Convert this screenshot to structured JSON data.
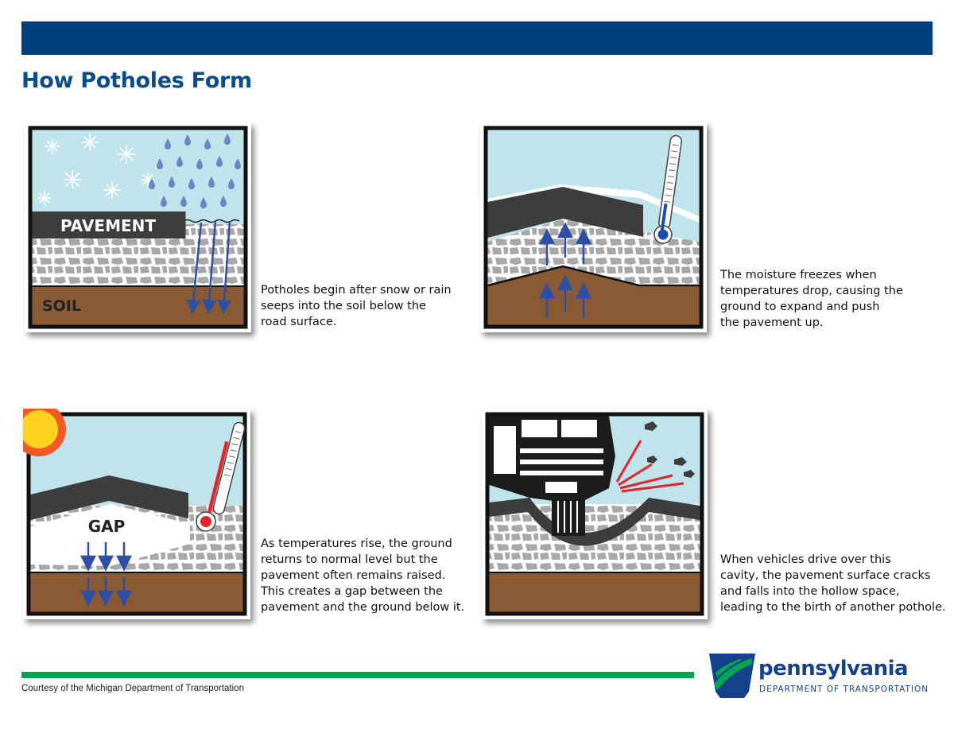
{
  "header": {
    "title": "How Potholes Form"
  },
  "colors": {
    "header_bar": "#003f7d",
    "title": "#0a4d8c",
    "footer_bar": "#00a651",
    "sky": "#bfe4ec",
    "pavement": "#3d3d3d",
    "soil": "#8a5a35",
    "gravel": "#a8a8aa",
    "arrow": "#2e4fa4",
    "mercury_cold": "#1d4cb0",
    "mercury_hot": "#e3242b",
    "logo_blue": "#14408c",
    "logo_green": "#00a651"
  },
  "steps": [
    {
      "labels": {
        "pavement": "PAVEMENT",
        "soil": "SOIL"
      },
      "caption": "Potholes begin after snow or rain\nseeps into the soil below the\nroad surface.",
      "icons": [
        "snowflake-icon",
        "raindrop-icon",
        "down-arrow-icon"
      ]
    },
    {
      "caption": "The moisture freezes when\ntemperatures drop, causing the\nground to expand and push\nthe pavement up.",
      "icons": [
        "thermometer-cold-icon",
        "up-arrow-icon"
      ]
    },
    {
      "labels": {
        "gap": "GAP"
      },
      "caption": "As temperatures rise, the ground\nreturns to normal level but the\npavement often remains raised.\nThis creates a gap between the\npavement and the ground below it.",
      "icons": [
        "sun-icon",
        "thermometer-hot-icon",
        "down-arrow-icon"
      ]
    },
    {
      "caption": "When vehicles drive over this\ncavity, the pavement surface cracks\nand falls into the hollow space,\nleading to the birth of another pothole.",
      "icons": [
        "vehicle-icon",
        "debris-icon"
      ]
    }
  ],
  "footer": {
    "courtesy": "Courtesy of the Michigan Department of Transportation",
    "logo_name": "pennsylvania",
    "logo_sub": "DEPARTMENT OF TRANSPORTATION"
  }
}
